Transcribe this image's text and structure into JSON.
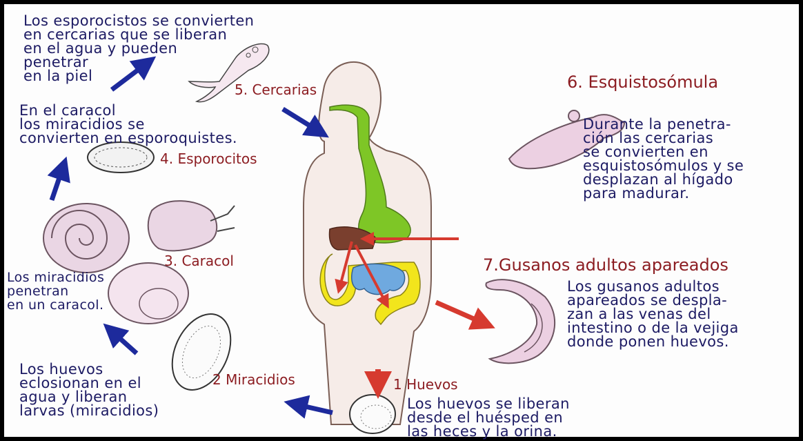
{
  "colors": {
    "text_blue": "#1c1a63",
    "label_red": "#8c1d22",
    "arrow_blue": "#1d2a9c",
    "arrow_red": "#d63a2f",
    "body_fill": "#f6ece8",
    "esophagus_stomach": "#7ec626",
    "liver": "#7a3f2e",
    "intestine_yellow": "#f2e51c",
    "intestine_blue": "#6fa9df",
    "organism_pink": "#e8c4dc"
  },
  "notes": {
    "cercarias_desc": "Los esporocistos se convierten\nen cercarias que se liberan\nen el agua y pueden\npenetrar\nen la piel",
    "esporocitos_desc": "En el caracol\nlos miracidios se\nconvierten en esporoquistes.",
    "caracol_desc": "Los miracidios\npenetran\nen un caracol.",
    "miracidios_desc": "Los huevos\neclosionan en el\nagua y liberan\nlarvas (miracidios)",
    "huevos_desc": "Los huevos se liberan\ndesde el huésped en\nlas heces y la orina.",
    "esquistosomula_desc": "Durante la penetra-\nción las cercarias\nse convierten en\nesquistosómulos y se\ndesplazan al hígado\npara madurar.",
    "gusanos_desc": "Los gusanos adultos\napareados se despla-\nzan a las venas del\nintestino o de la vejiga\ndonde ponen huevos."
  },
  "labels": {
    "huevos": "1 Huevos",
    "miracidios": "2 Miracidios",
    "caracol": "3. Caracol",
    "esporocitos": "4. Esporocitos",
    "cercarias": "5. Cercarias",
    "esquistosomula": "6. Esquistosómula",
    "gusanos": "7.Gusanos adultos apareados"
  }
}
